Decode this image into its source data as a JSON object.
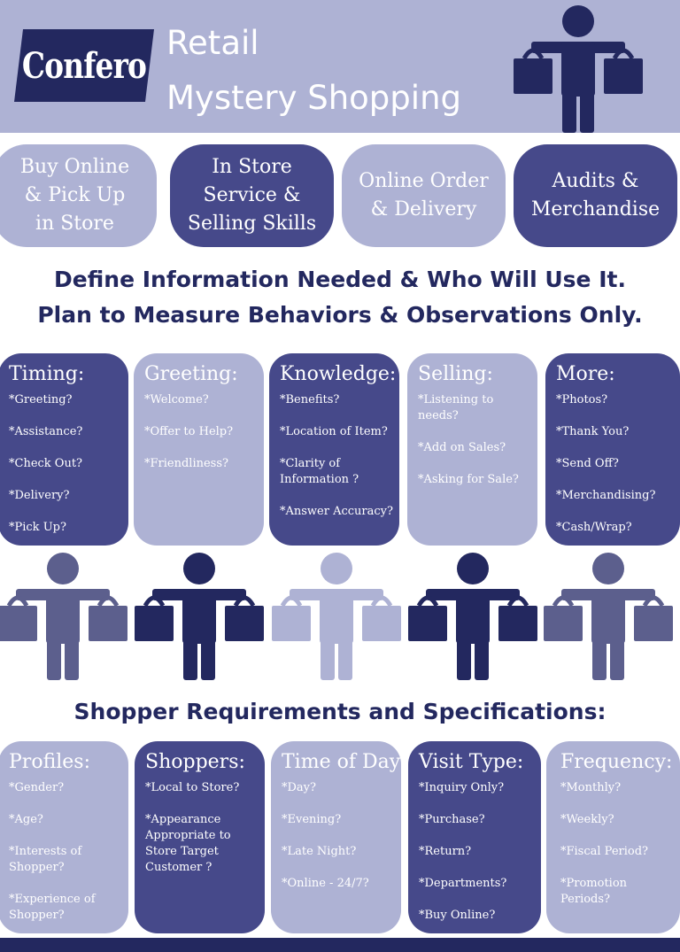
{
  "header": {
    "logo_text": "Confero",
    "title_line1": "Retail",
    "title_line2": "Mystery Shopping"
  },
  "services": [
    {
      "label_l1": "Buy Online",
      "label_l2": "& Pick Up",
      "label_l3": "in Store"
    },
    {
      "label_l1": "In Store",
      "label_l2": "Service &",
      "label_l3": "Selling Skills"
    },
    {
      "label_l1": "Online Order",
      "label_l2": "& Delivery"
    },
    {
      "label_l1": "Audits &",
      "label_l2": "Merchandise"
    }
  ],
  "headline": {
    "line1": "Define Information Needed & Who Will Use It.",
    "line2": "Plan to Measure Behaviors & Observations Only."
  },
  "measure_cards": [
    {
      "title": "Timing:",
      "items": [
        "*Greeting?",
        "*Assistance?",
        "*Check Out?",
        "*Delivery?",
        "*Pick Up?"
      ]
    },
    {
      "title": "Greeting:",
      "items": [
        "*Welcome?",
        "*Offer to Help?",
        "*Friendliness?"
      ]
    },
    {
      "title": "Knowledge:",
      "items": [
        "*Benefits?",
        "*Location of Item?",
        "*Clarity of Information ?",
        "*Answer Accuracy?"
      ]
    },
    {
      "title": "Selling:",
      "items": [
        "*Listening to needs?",
        "*Add on Sales?",
        "*Asking for Sale?"
      ]
    },
    {
      "title": "More:",
      "items": [
        "*Photos?",
        "*Thank You?",
        "*Send Off?",
        "*Merchandising?",
        "*Cash/Wrap?"
      ]
    }
  ],
  "shopper_heading": "Shopper Requirements and Specifications:",
  "shopper_cards": [
    {
      "title": "Profiles:",
      "items": [
        "*Gender?",
        "*Age?",
        "*Interests of Shopper?",
        "*Experience of Shopper?"
      ]
    },
    {
      "title": "Shoppers:",
      "items": [
        "*Local to Store?",
        "*Appearance Appropriate to Store Target Customer ?"
      ]
    },
    {
      "title": "Time of Day:",
      "items": [
        "*Day?",
        "*Evening?",
        "*Late Night?",
        "*Online - 24/7?"
      ]
    },
    {
      "title": "Visit Type:",
      "items": [
        "*Inquiry Only?",
        "*Purchase?",
        "*Return?",
        "*Departments?",
        "*Buy Online?"
      ]
    },
    {
      "title": "Frequency:",
      "items": [
        "*Monthly?",
        "*Weekly?",
        "*Fiscal Period?",
        "*Promotion Periods?"
      ]
    }
  ],
  "colors": {
    "light": "#aeb2d4",
    "dark": "#46498a",
    "navy": "#23285f",
    "slate": "#5c5f8d"
  }
}
